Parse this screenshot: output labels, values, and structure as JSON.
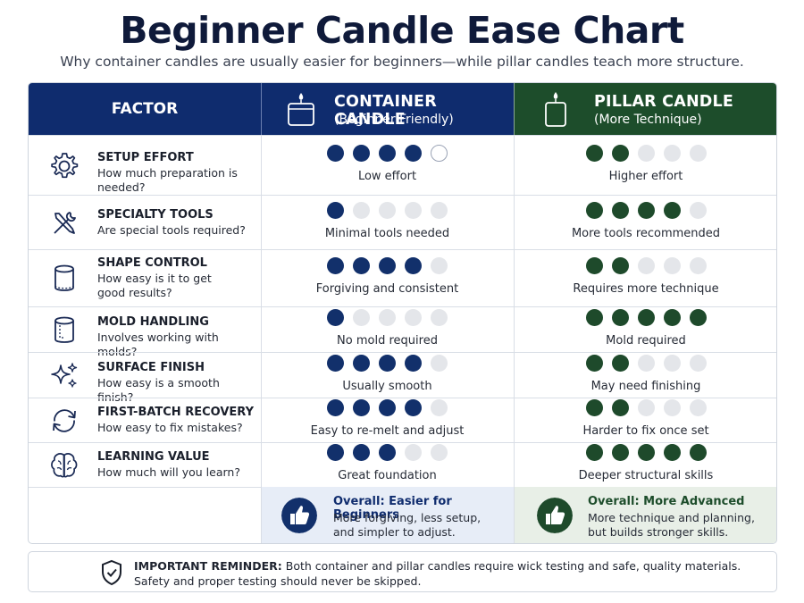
{
  "title": "Beginner Candle Ease Chart",
  "subtitle": "Why container candles are usually easier for beginners—while pillar candles teach more structure.",
  "headers": {
    "factor": "FACTOR",
    "container_title": "CONTAINER CANDLE",
    "container_sub": "(Beginner Friendly)",
    "pillar_title": "PILLAR CANDLE",
    "pillar_sub": "(More Technique)"
  },
  "colors": {
    "container": "#12306b",
    "pillar": "#1e4a2b",
    "inactive": "#e4e6ea"
  },
  "chart_data": {
    "type": "table",
    "scale_max": 5,
    "columns": [
      "FACTOR",
      "CONTAINER CANDLE",
      "PILLAR CANDLE"
    ],
    "rows": [
      {
        "factor": "SETUP EFFORT",
        "question": "How much preparation is needed?",
        "icon": "gear-icon",
        "container": 4,
        "container_label": "Low effort",
        "pillar": 2,
        "pillar_label": "Higher effort"
      },
      {
        "factor": "SPECIALTY TOOLS",
        "question": "Are special tools required?",
        "icon": "tools-icon",
        "container": 1,
        "container_label": "Minimal tools needed",
        "pillar": 4,
        "pillar_label": "More tools recommended"
      },
      {
        "factor": "SHAPE CONTROL",
        "question": "How easy is it to get good results?",
        "icon": "cylinder-icon",
        "container": 4,
        "container_label": "Forgiving and consistent",
        "pillar": 2,
        "pillar_label": "Requires more technique"
      },
      {
        "factor": "MOLD HANDLING",
        "question": "Involves working with molds?",
        "icon": "mold-icon",
        "container": 1,
        "container_label": "No mold required",
        "pillar": 5,
        "pillar_label": "Mold required"
      },
      {
        "factor": "SURFACE FINISH",
        "question": "How easy is a smooth finish?",
        "icon": "sparkle-icon",
        "container": 4,
        "container_label": "Usually smooth",
        "pillar": 2,
        "pillar_label": "May need finishing"
      },
      {
        "factor": "FIRST-BATCH RECOVERY",
        "question": "How easy to fix mistakes?",
        "icon": "refresh-icon",
        "container": 4,
        "container_label": "Easy to re-melt and adjust",
        "pillar": 2,
        "pillar_label": "Harder to fix once set"
      },
      {
        "factor": "LEARNING VALUE",
        "question": "How much will you learn?",
        "icon": "brain-icon",
        "container": 3,
        "container_label": "Great foundation",
        "pillar": 5,
        "pillar_label": "Deeper structural skills"
      }
    ]
  },
  "summary": {
    "container_title": "Overall: Easier for Beginners",
    "container_line1": "More forgiving, less setup,",
    "container_line2": "and simpler to adjust.",
    "pillar_title": "Overall: More Advanced",
    "pillar_line1": "More technique and planning,",
    "pillar_line2": "but builds stronger skills."
  },
  "reminder": {
    "label": "IMPORTANT REMINDER:",
    "line1": "Both container and pillar candles require wick testing and safe, quality materials.",
    "line2": "Safety and proper testing should never be skipped."
  }
}
